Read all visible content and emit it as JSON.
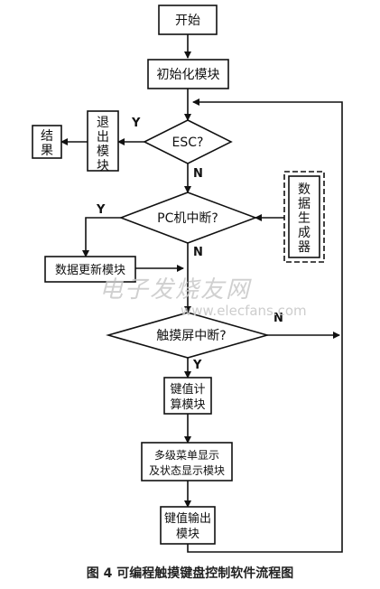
{
  "nodes": {
    "start": "开始",
    "init": "初始化模块",
    "esc": "ESC?",
    "exit": "退出模块",
    "end": "结果",
    "pc_interrupt": "PC机中断?",
    "data_generator": "数据生成器",
    "data_update": "数据更新模块",
    "touch_interrupt": "触摸屏中断?",
    "key_calc_line1": "键值计",
    "key_calc_line2": "算模块",
    "menu_line1": "多级菜单显示",
    "menu_line2": "及状态显示模块",
    "key_out_line1": "键值输出",
    "key_out_line2": "模块"
  },
  "edge_labels": {
    "esc_yes": "Y",
    "esc_no": "N",
    "pc_yes": "Y",
    "pc_no": "N",
    "touch_yes": "Y",
    "touch_no": "N"
  },
  "watermark": {
    "text": "电子发烧友网",
    "url": "www.elecfans.com"
  },
  "caption": "图 4   可编程触摸键盘控制软件流程图"
}
